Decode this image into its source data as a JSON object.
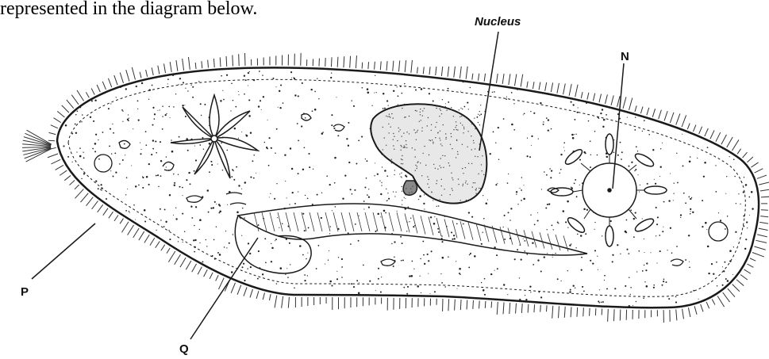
{
  "caption": "represented in the diagram below.",
  "labels": {
    "nucleus": "Nucleus",
    "n": "N",
    "p": "P",
    "q": "Q"
  },
  "colors": {
    "ink": "#1a1a1a",
    "background": "#ffffff"
  }
}
